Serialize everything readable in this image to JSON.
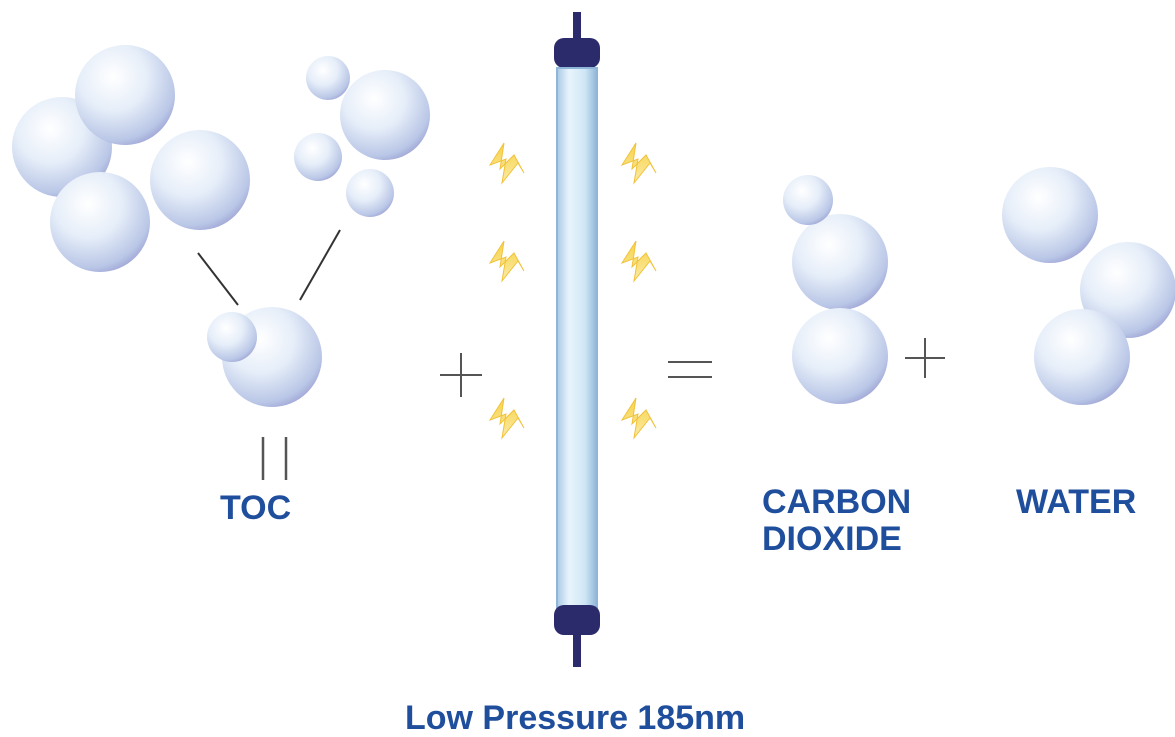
{
  "labels": {
    "toc": "TOC",
    "carbon_dioxide_line1": "CARBON",
    "carbon_dioxide_line2": "DIOXIDE",
    "water": "WATER",
    "lamp": "Low Pressure 185nm"
  },
  "symbols": {
    "plus": "+",
    "equals": "=",
    "identity": "||"
  },
  "colors": {
    "label_text": "#1f4e9c",
    "sphere_fill": "#dbe6f5",
    "sphere_edge": "#8f92c9",
    "lamp_cap": "#2b2b6b",
    "lamp_tube": "#cfe6f5",
    "spark": "#f5d24a"
  },
  "icons": [
    "molecule-sphere",
    "uv-lamp",
    "lightning-spark"
  ]
}
